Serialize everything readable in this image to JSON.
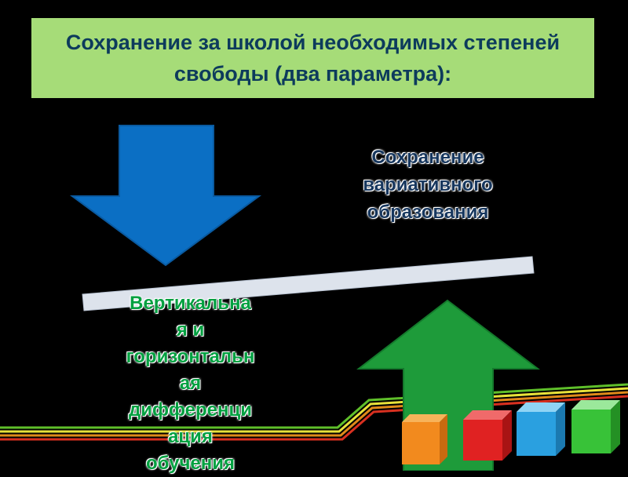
{
  "title": "Сохранение за школой необходимых степеней свободы (два параметра):",
  "labels": {
    "right": "Сохранение вариативного образования",
    "left_lines": [
      "Вертикальна",
      "я и",
      "горизонтальн",
      "ая",
      "дифференци",
      "ация",
      "обучения"
    ]
  },
  "colors": {
    "title_bg": "#a6dc78",
    "title_text": "#0d3b5c",
    "down_arrow": "#0b6fc4",
    "up_arrow": "#1e9b3a",
    "bar": "#dde3ec",
    "background": "#000000",
    "cubes": [
      "#f28a1e",
      "#e02222",
      "#2aa0e0",
      "#38c238"
    ],
    "stripes": [
      "#5fbf2a",
      "#e8e23a",
      "#e08a1a",
      "#d83020"
    ]
  },
  "icons": [
    "arrow-down-icon",
    "arrow-up-icon",
    "cubes-decoration"
  ]
}
